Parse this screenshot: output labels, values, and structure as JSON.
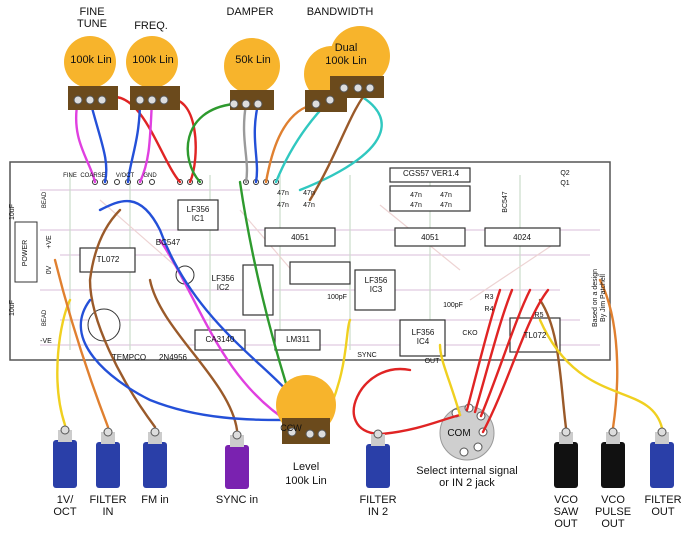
{
  "pot_titles": {
    "fine_tune": "FINE\nTUNE",
    "freq": "FREQ.",
    "damper": "DAMPER",
    "bandwidth": "BANDWIDTH"
  },
  "pots": {
    "fine_tune": "100k Lin",
    "freq": "100k Lin",
    "damper": "50k Lin",
    "bandwidth": "Dual\n100k Lin",
    "level_value": "100k Lin",
    "level_title": "Level",
    "level_ccw": "CCW"
  },
  "jacks": {
    "v_oct": "1V/\nOCT",
    "filter_in": "FILTER\nIN",
    "fm_in": "FM in",
    "sync_in": "SYNC in",
    "filter_in2": "FILTER\nIN 2",
    "vco_saw": "VCO\nSAW\nOUT",
    "vco_pulse": "VCO\nPULSE\nOUT",
    "filter_out": "FILTER\nOUT"
  },
  "switch": {
    "com": "COM",
    "caption": "Select internal signal\nor IN 2 jack"
  },
  "board": {
    "title": "CGS57  VER1.4",
    "power": "POWER",
    "credit": "Based on a design\nBy Jim Patchell",
    "chips": [
      "TL072",
      "LF356\nIC1",
      "LF356\nIC2",
      "LF356\nIC3",
      "LF356\nIC4",
      "4051",
      "4051",
      "4024",
      "TL072",
      "CA3140",
      "LM311",
      "BC547",
      "BC547",
      "TEMPCO",
      "2N4956"
    ],
    "caps": [
      "47n",
      "47n",
      "47n",
      "47n",
      "47n",
      "47n",
      "47n",
      "47n",
      "100pF",
      "100pF",
      "10uF",
      "10uF"
    ],
    "misc": [
      "FINE",
      "COARSE",
      "V/OCT",
      "GND",
      "SYNC",
      "OUT",
      "CKO",
      "R3",
      "R4",
      "R5",
      "Q1",
      "Q2",
      "BEAD",
      "BEAD",
      "-VE",
      "0V",
      "+VE"
    ]
  },
  "colors": {
    "pot_body": "#f7b42c",
    "pot_base": "#6b4a1c",
    "jack_blue": "#2a3fa8",
    "jack_purple": "#7a22b0",
    "jack_black": "#111111",
    "board_bg": "#ffffff",
    "trace_red": "#e02424",
    "trace_blue": "#2450d8",
    "trace_green": "#2e9a2e",
    "trace_magenta": "#e040e0",
    "trace_orange": "#e08030",
    "trace_cyan": "#30c8c0",
    "trace_yellow": "#f0d020",
    "trace_brown": "#9a5a2a"
  }
}
